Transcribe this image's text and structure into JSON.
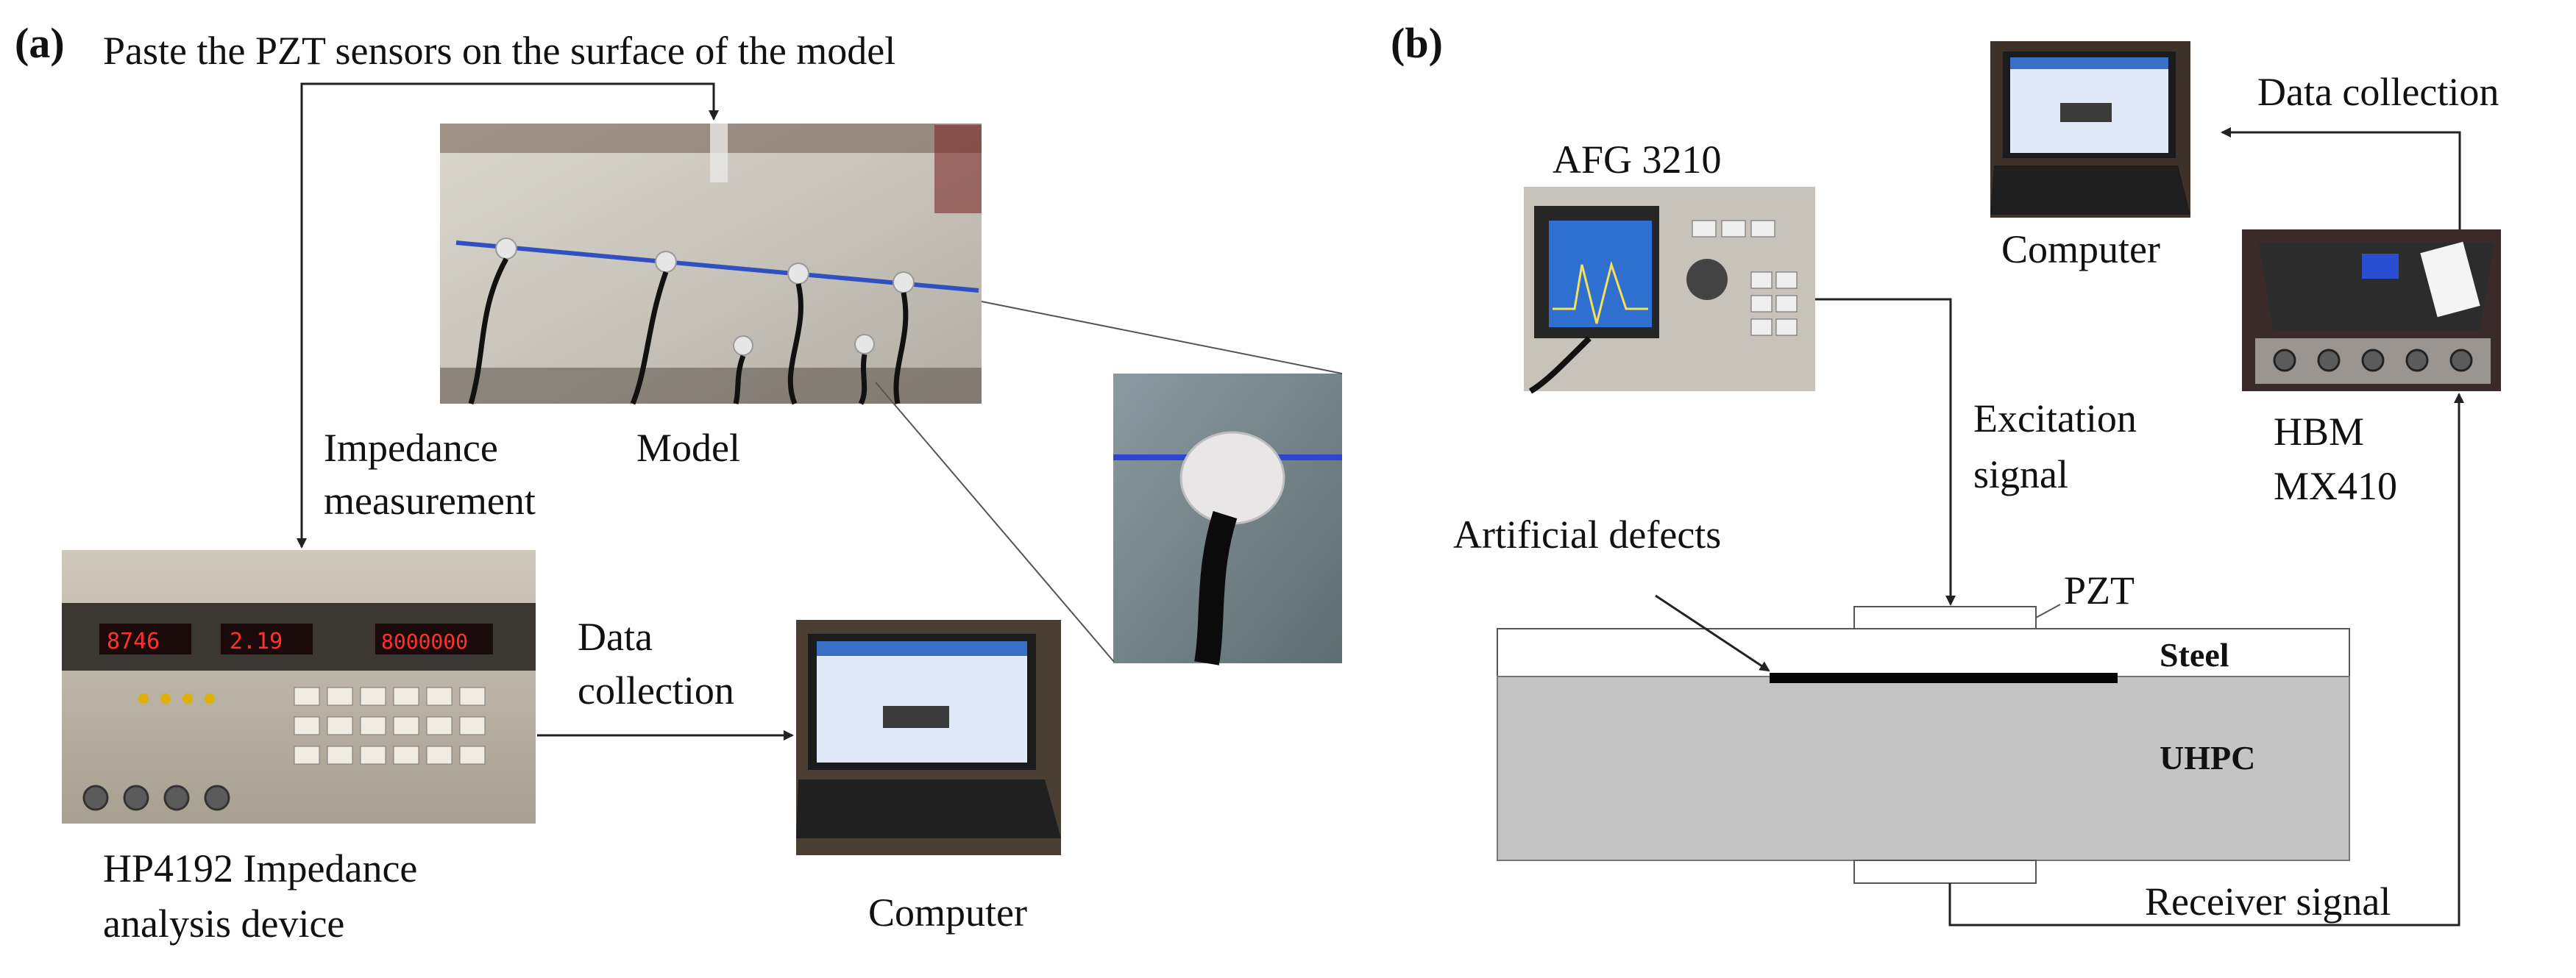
{
  "panel_a": {
    "label": "(a)",
    "instruction": "Paste the PZT sensors on the surface of the model",
    "model_label": "Model",
    "impedance_label_1": "Impedance",
    "impedance_label_2": "measurement",
    "data_label_1": "Data",
    "data_label_2": "collection",
    "device_label_1": "HP4192 Impedance",
    "device_label_2": "analysis device",
    "computer_label": "Computer",
    "displays": [
      "8746",
      "2.19",
      "8000000"
    ]
  },
  "panel_b": {
    "label": "(b)",
    "afg_label": "AFG 3210",
    "data_collection_label": "Data collection",
    "computer_label": "Computer",
    "hbm_label_1": "HBM",
    "hbm_label_2": "MX410",
    "excitation_label_1": "Excitation",
    "excitation_label_2": "signal",
    "defects_label": "Artificial defects",
    "pzt_label": "PZT",
    "steel_label": "Steel",
    "uhpc_label": "UHPC",
    "receiver_label": "Receiver signal"
  },
  "colors": {
    "uhpc_fill": "#c4c4c4",
    "led_red": "#ff3030",
    "laptop_screen": "#dfe9f7",
    "afg_screen": "#2f6fd0"
  }
}
